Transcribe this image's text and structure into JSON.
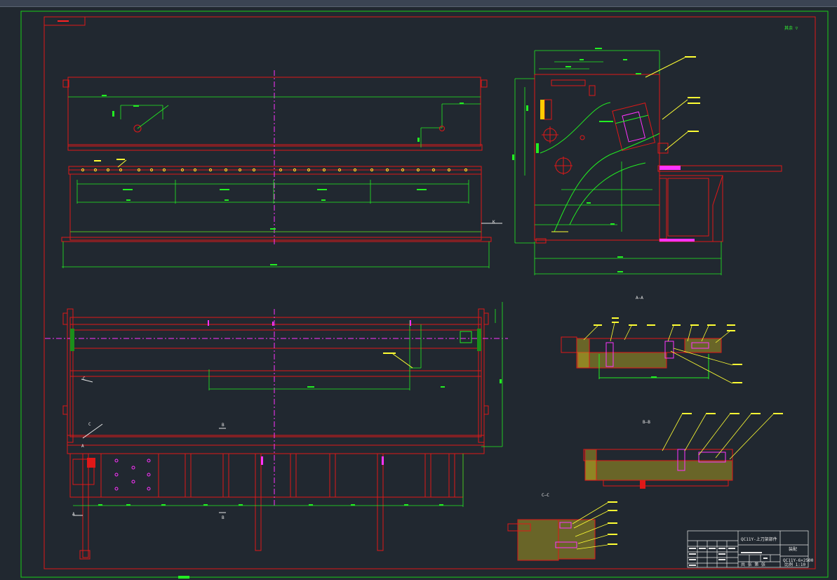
{
  "drawing": {
    "background": "#212830",
    "colors": {
      "frame": "#19d019",
      "outline": "#e01818",
      "dimension": "#22ee22",
      "center": "#ff33ff",
      "hatch": "#d0c020",
      "leader": "#ffff33",
      "text": "#e8e8e8"
    },
    "labels": {
      "section_a": "A—A",
      "section_b": "B—B",
      "section_c": "C—C",
      "marker_a1": "A",
      "marker_a2": "A",
      "marker_b1": "B",
      "marker_b2": "B",
      "marker_k": "K",
      "marker_c": "C",
      "marker_c2": "C",
      "roughness_note": "其余 ▽"
    },
    "title_block": {
      "drawing_name": "QC11Y-上刀架部件",
      "material": "装配",
      "drawing_code": "QC11Y-6×2500",
      "scale_note": "比例 1:10",
      "sign_row": "共 张 第 张"
    }
  }
}
